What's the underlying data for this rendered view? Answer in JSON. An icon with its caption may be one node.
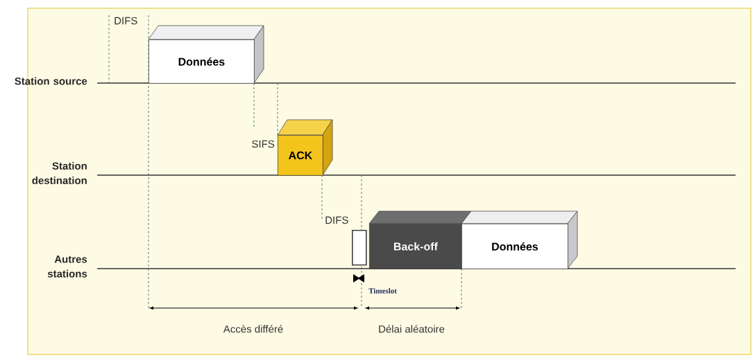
{
  "diagram": {
    "nodes": [
      {
        "text": [
          "Données"
        ]
      },
      {
        "text": [
          "ACK"
        ]
      },
      {
        "text": [],
        "shape": "box"
      },
      {
        "text": [
          "Back-off"
        ]
      },
      {
        "text": [
          "Données"
        ]
      }
    ],
    "labels": [
      "DIFS",
      "Station source",
      "SIFS",
      "Station destination",
      "DIFS",
      "Autres stations",
      "Timeslot",
      "Accès différé",
      "Délai aléatoire"
    ]
  }
}
